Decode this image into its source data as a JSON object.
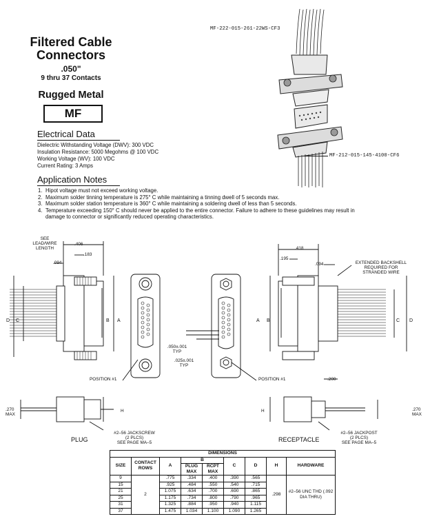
{
  "title": {
    "line1": "Filtered Cable",
    "line2": "Connectors",
    "pitch": ".050\"",
    "contacts": "9 thru 37 Contacts",
    "material": "Rugged Metal",
    "series": "MF"
  },
  "part_numbers": {
    "plug": "MF-222-015-261-22WS-CF3",
    "receptacle": "MF-212-015-145-4100-CF6"
  },
  "electrical": {
    "heading": "Electrical Data",
    "lines": [
      "Dielectric Withstanding Voltage (DWV):  300 VDC",
      "Insulation Resistance:  5000 Megohms @ 100 VDC",
      "Working Voltage (WV):  100 VDC",
      "Current Rating:  3 Amps"
    ]
  },
  "notes": {
    "heading": "Application Notes",
    "items": [
      {
        "n": "1.",
        "text": "Hipot voltage must not exceed working voltage."
      },
      {
        "n": "2.",
        "text": "Maximum solder tinning temperature is 275° C while maintaining a tinning dwell of 5 seconds max."
      },
      {
        "n": "3.",
        "text": "Maximum solder station temperature is 360° C while maintaining a soldering dwell of less than 5 seconds."
      },
      {
        "n": "4.",
        "text": "Temperature exceeding 150° C should never be applied to the entire connector.  Failure to adhere to these guidelines may result in damage to connector or significantly reduced operating characteristics."
      }
    ]
  },
  "drawing": {
    "see_lead_1": "SEE",
    "see_lead_2": "LEAD/WIRE",
    "see_lead_3": "LENGTH",
    "d406": ".406",
    "d183": ".183",
    "d094_left": ".094",
    "d418": ".418",
    "d195": ".195",
    "d094_right": ".094",
    "backshell_1": "EXTENDED BACKSHELL",
    "backshell_2": "REQUIRED FOR",
    "backshell_3": "STRANDED WIRE",
    "lbl_D": "D",
    "lbl_C": "C",
    "lbl_B": "B",
    "lbl_A": "A",
    "pitch_1": ".050±.001",
    "pitch_typ1": "TYP",
    "pitch_2": ".025±.001",
    "pitch_typ2": "TYP",
    "position_left": "POSITION #1",
    "position_right": "POSITION #1",
    "d200": ".200",
    "h_left": "H",
    "h_right": "H",
    "d270_left_1": ".270",
    "d270_left_2": "MAX",
    "d270_right_1": ".270",
    "d270_right_2": "MAX",
    "jackscrew_1": "#2–56 JACKSCREW",
    "jackscrew_2": "(2 PLCS)",
    "jackscrew_3": "SEE PAGE MA–5",
    "jackpost_1": "#2–56 JACKPOST",
    "jackpost_2": "(2 PLCS)",
    "jackpost_3": "SEE PAGE MA–5",
    "plug_label": "PLUG",
    "receptacle_label": "RECEPTACLE"
  },
  "table": {
    "title": "DIMENSIONS",
    "h_size": "SIZE",
    "h_contact": "CONTACT ROWS",
    "h_a": "A",
    "h_b": "B",
    "h_plug": "PLUG MAX",
    "h_rcpt": "RCPT MAX",
    "h_c": "C",
    "h_d": "D",
    "h_h": "H",
    "h_hw": "HARDWARE",
    "contact_rows": "2",
    "h_value": ".298",
    "hardware": "#2–56 UNC THD (.092 DIA THRU)",
    "rows": [
      [
        "9",
        ".775",
        ".334",
        ".400",
        ".390",
        ".565"
      ],
      [
        "15",
        ".925",
        ".484",
        ".550",
        ".540",
        ".715"
      ],
      [
        "21",
        "1.075",
        ".634",
        ".700",
        ".690",
        ".865"
      ],
      [
        "25",
        "1.175",
        ".734",
        ".800",
        ".790",
        ".965"
      ],
      [
        "31",
        "1.325",
        ".884",
        ".950",
        ".940",
        "1.115"
      ],
      [
        "37",
        "1.475",
        "1.034",
        "1.100",
        "1.090",
        "1.265"
      ]
    ]
  }
}
